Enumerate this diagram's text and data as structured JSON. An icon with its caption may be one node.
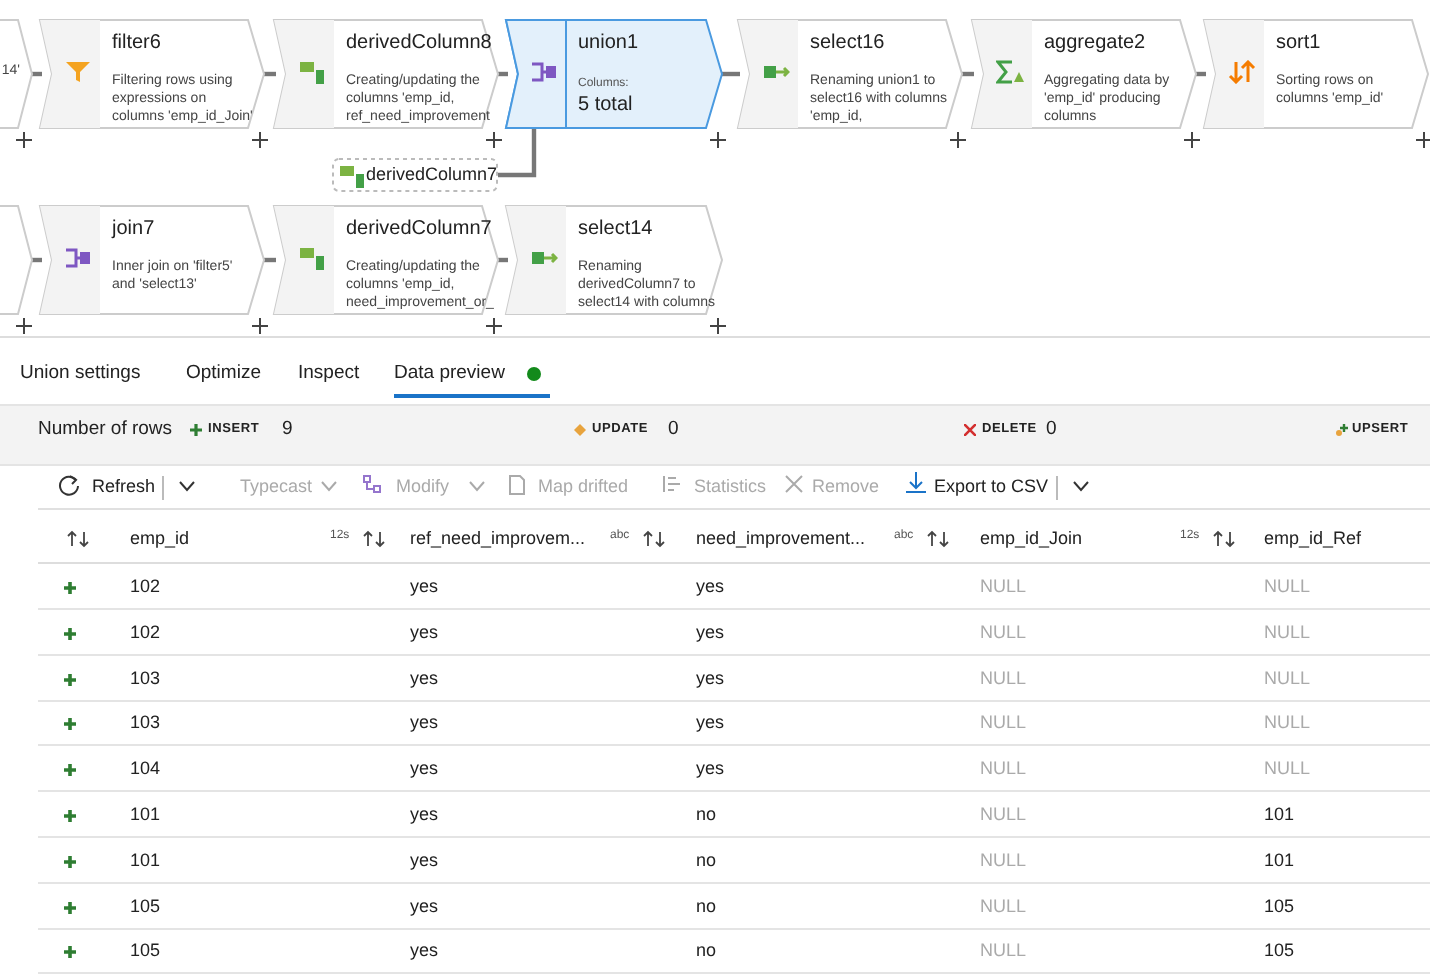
{
  "diagram": {
    "nodes": [
      {
        "text": [
          "14'"
        ]
      },
      {
        "text": [
          "filter6",
          "Filtering rows using expressions on columns 'emp_id_Join'"
        ]
      },
      {
        "text": [
          "derivedColumn8",
          "Creating/updating the columns 'emp_id, ref_need_improvement"
        ]
      },
      {
        "text": [
          "union1",
          "Columns:",
          "5 total"
        ]
      },
      {
        "text": [
          "select16",
          "Renaming union1 to select16 with columns 'emp_id,"
        ]
      },
      {
        "text": [
          "aggregate2",
          "Aggregating data by 'emp_id' producing columns"
        ]
      },
      {
        "text": [
          "sort1",
          "Sorting rows on columns 'emp_id'"
        ]
      },
      {
        "text": [
          "derivedColumn7"
        ]
      },
      {
        "text": [],
        "shape": "box"
      },
      {
        "text": [
          "join7",
          "Inner join on 'filter5' and 'select13'"
        ]
      },
      {
        "text": [
          "derivedColumn7",
          "Creating/updating the columns 'emp_id, need_improvement_or_"
        ]
      },
      {
        "text": [
          "select14",
          "Renaming derivedColumn7 to select14 with columns"
        ]
      }
    ],
    "edges": [
      {
        "from": 0,
        "to": 1,
        "arrow": "none"
      },
      {
        "from": 1,
        "to": 2,
        "arrow": "none"
      },
      {
        "from": 2,
        "to": 3,
        "arrow": "none"
      },
      {
        "from": 3,
        "to": 4,
        "arrow": "none"
      },
      {
        "from": 4,
        "to": 5,
        "arrow": "none"
      },
      {
        "from": 5,
        "to": 6,
        "arrow": "none"
      },
      {
        "from": 7,
        "to": 3,
        "arrow": "none"
      },
      {
        "from": 8,
        "to": 9,
        "arrow": "none"
      },
      {
        "from": 9,
        "to": 10,
        "arrow": "none"
      },
      {
        "from": 10,
        "to": 11,
        "arrow": "none"
      }
    ],
    "labels": [
      "Union settings",
      "Optimize",
      "Inspect",
      "Data preview",
      "Number of rows",
      "INSERT",
      "9",
      "UPDATE",
      "0",
      "DELETE",
      "0",
      "UPSERT",
      "Refresh",
      "Typecast",
      "Modify",
      "Map drifted",
      "Statistics",
      "Remove",
      "Export to CSV",
      "emp_id",
      "12s",
      "ref_need_improvem...",
      "abc",
      "need_improvement...",
      "abc",
      "emp_id_Join",
      "12s",
      "emp_id_Ref",
      "102",
      "yes",
      "yes",
      "NULL",
      "NULL",
      "102",
      "yes",
      "yes",
      "NULL",
      "NULL",
      "103",
      "yes",
      "yes",
      "NULL",
      "NULL",
      "103",
      "yes",
      "yes",
      "NULL",
      "NULL",
      "104",
      "yes",
      "yes",
      "NULL",
      "NULL",
      "101",
      "yes",
      "no",
      "NULL",
      "101",
      "101",
      "yes",
      "no",
      "NULL",
      "101",
      "105",
      "yes",
      "no",
      "NULL",
      "105",
      "105",
      "yes",
      "no",
      "NULL",
      "105"
    ]
  }
}
